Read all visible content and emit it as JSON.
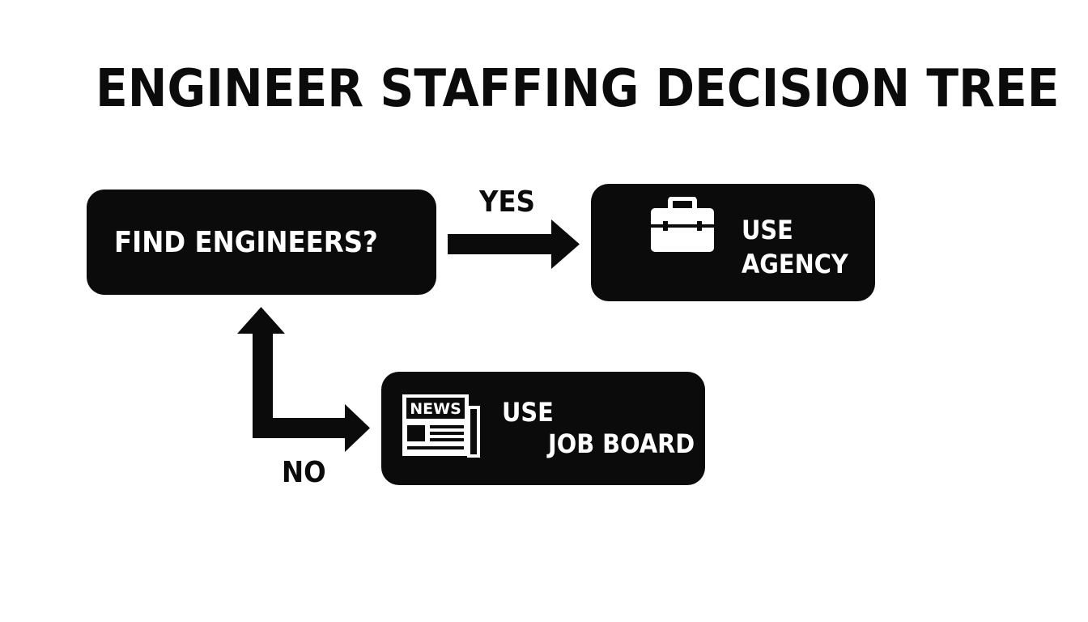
{
  "title": "ENGINEER STAFFING DECISION TREE",
  "nodes": {
    "question": {
      "label": "FIND ENGINEERS?"
    },
    "agency": {
      "line1": "USE",
      "line2": "AGENCY",
      "icon": "briefcase-icon"
    },
    "job_board": {
      "line1": "USE",
      "line2": "JOB BOARD",
      "icon": "newspaper-icon",
      "icon_text": "NEWS"
    }
  },
  "edges": {
    "yes": {
      "label": "YES",
      "from": "question",
      "to": "agency"
    },
    "no": {
      "label": "NO",
      "from": "question",
      "to": "job_board"
    }
  },
  "colors": {
    "node_fill": "#0b0b0b",
    "node_text": "#ffffff",
    "background": "#ffffff"
  }
}
